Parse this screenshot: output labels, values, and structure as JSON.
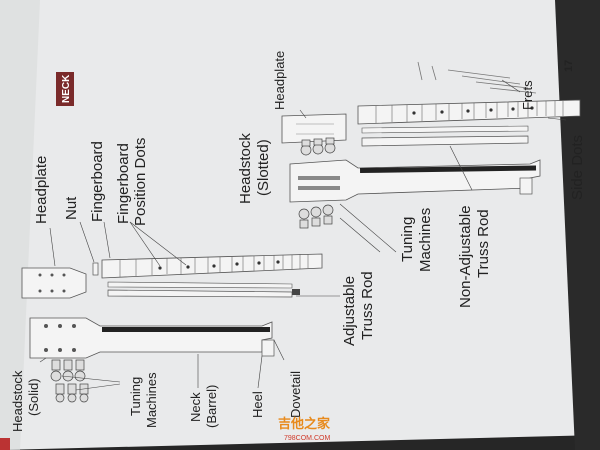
{
  "colors": {
    "paper": "#e9eaeb",
    "ink": "#222222",
    "badge": "#7a2a2a",
    "wood": "#f4f4f4",
    "line": "#555555",
    "watermark_orange": "#e88a1c",
    "watermark_red": "#d03a2a"
  },
  "page_number": "17",
  "section_badge": "NECK",
  "left_diagram": {
    "labels": {
      "headplate": "Headplate",
      "nut": "Nut",
      "fingerboard": "Fingerboard",
      "fingerboard_dots_line1": "Fingerboard",
      "fingerboard_dots_line2": "Position Dots",
      "headstock_line1": "Headstock",
      "headstock_line2": "(Solid)",
      "tuning_line1": "Tuning",
      "tuning_line2": "Machines",
      "neck_line1": "Neck",
      "neck_line2": "(Barrel)",
      "heel": "Heel",
      "dovetail": "Dovetail",
      "adjustable_line1": "Adjustable",
      "adjustable_line2": "Truss Rod"
    }
  },
  "right_diagram": {
    "labels": {
      "headplate": "Headplate",
      "headstock_line1": "Headstock",
      "headstock_line2": "(Slotted)",
      "frets": "Frets",
      "side_dots": "Side Dots",
      "tuning_line1": "Tuning",
      "tuning_line2": "Machines",
      "nonadj_line1": "Non-Adjustable",
      "nonadj_line2": "Truss Rod"
    }
  },
  "watermark": {
    "main": "吉他之家",
    "sub": "798COM.COM"
  }
}
